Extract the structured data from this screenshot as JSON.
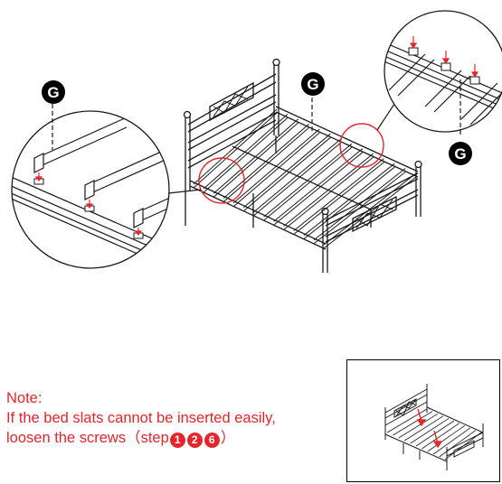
{
  "part_label": "G",
  "note": {
    "title": "Note:",
    "line1": "If the bed slats cannot be inserted easily,",
    "line2_prefix": "loosen the screws（step",
    "steps": [
      "1",
      "2",
      "6"
    ],
    "line2_suffix": "）"
  },
  "colors": {
    "note_text": "#e3262d",
    "highlight_circle": "#e3262d",
    "arrow": "#e3262d",
    "label_badge": "#000000"
  }
}
